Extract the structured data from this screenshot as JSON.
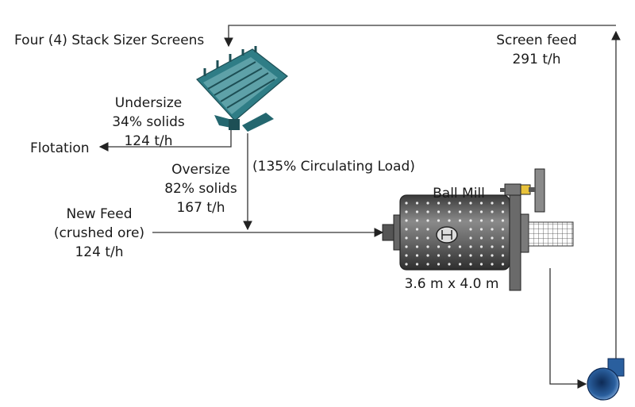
{
  "labels": {
    "screens": "Four (4) Stack Sizer Screens",
    "screen_feed": "Screen feed",
    "screen_feed_rate": "291 t/h",
    "undersize": "Undersize",
    "undersize_solids": "34% solids",
    "undersize_rate": "124 t/h",
    "flotation": "Flotation",
    "oversize": "Oversize",
    "oversize_solids": "82% solids",
    "oversize_rate": "167 t/h",
    "circulating_load": "(135% Circulating Load)",
    "new_feed": "New Feed",
    "new_feed_desc": "(crushed ore)",
    "new_feed_rate": "124 t/h",
    "ball_mill": "Ball Mill",
    "mill_size": "3.6 m x 4.0 m"
  },
  "colors": {
    "screen": "#2f7d86",
    "mill_body": "#5a5a5a",
    "pump": "#2a5f9e"
  }
}
